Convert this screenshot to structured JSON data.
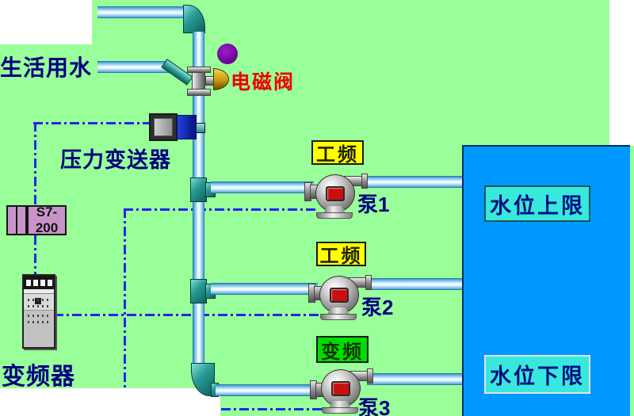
{
  "colors": {
    "background_green": "#99FF99",
    "tank_blue": "#0098FF",
    "pipe_blue": "#A8DCF4",
    "fitting_teal": "#18827E",
    "badge_yellow": "#FFFF00",
    "badge_green": "#00DC00",
    "level_box_cyan": "#38E8DC",
    "text_navy": "#000080",
    "text_red": "#EE0000",
    "plc_plum": "#C894C8",
    "status_dot_purple": "#7A00A8",
    "pump_indicator_red": "#C81010",
    "control_line_blue": "#2424F0"
  },
  "labels": {
    "domestic_water": "生活用水",
    "solenoid_valve": "电磁阀",
    "pressure_transmitter": "压力变送器",
    "plc_model": "S7-200",
    "inverter": "变频器"
  },
  "tank": {
    "upper_limit_label": "水位上限",
    "lower_limit_label": "水位下限"
  },
  "pumps": [
    {
      "name": "泵1",
      "mode_label": "工频"
    },
    {
      "name": "泵2",
      "mode_label": "工频"
    },
    {
      "name": "泵3",
      "mode_label": "变频"
    }
  ]
}
